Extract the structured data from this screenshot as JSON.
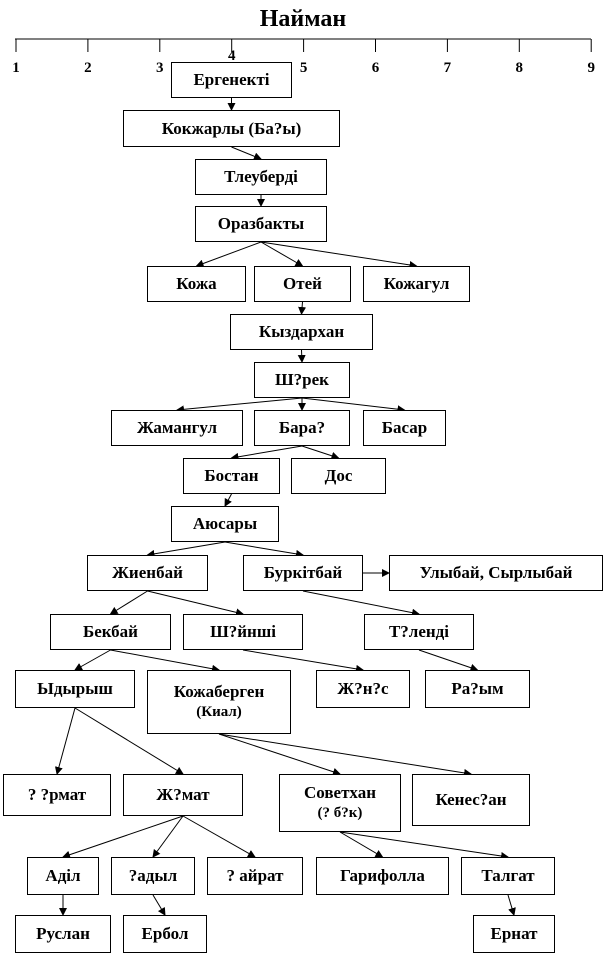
{
  "title": "Найман",
  "ruler": {
    "ticks": [
      "1",
      "2",
      "3",
      "4",
      "5",
      "6",
      "7",
      "8",
      "9"
    ]
  },
  "nodes": [
    {
      "id": "ergenekti",
      "label": "Ергенекті"
    },
    {
      "id": "kokzharly",
      "label": "Кокжарлы (Ба?ы)"
    },
    {
      "id": "tleuberdi",
      "label": "Тлеуберді"
    },
    {
      "id": "orazbakty",
      "label": "Оразбакты"
    },
    {
      "id": "kozha",
      "label": "Кожа"
    },
    {
      "id": "otei",
      "label": "Отей"
    },
    {
      "id": "kozhagul",
      "label": "Кожагул"
    },
    {
      "id": "kyzdarkhan",
      "label": "Кыздархан"
    },
    {
      "id": "shrek",
      "label": "Ш?рек"
    },
    {
      "id": "zhamangul",
      "label": "Жамангул"
    },
    {
      "id": "bara",
      "label": "Бара?"
    },
    {
      "id": "basar",
      "label": "Басар"
    },
    {
      "id": "bostan",
      "label": "Бостан"
    },
    {
      "id": "dos",
      "label": "Дос"
    },
    {
      "id": "ayusary",
      "label": "Аюсары"
    },
    {
      "id": "zhienbai",
      "label": "Жиенбай"
    },
    {
      "id": "burkitbai",
      "label": "Буркітбай"
    },
    {
      "id": "ulybai",
      "label": "Улыбай, Сырлыбай"
    },
    {
      "id": "bekbai",
      "label": "Бекбай"
    },
    {
      "id": "shinshi",
      "label": "Ш?йнші"
    },
    {
      "id": "tolendi",
      "label": "Т?ленді"
    },
    {
      "id": "ydyrysh",
      "label": "Ыдырыш"
    },
    {
      "id": "kozhabergen",
      "label": "Кожаберген",
      "sub": "(Киал)"
    },
    {
      "id": "zhunus",
      "label": "Ж?н?с"
    },
    {
      "id": "rakhym",
      "label": "Ра?ым"
    },
    {
      "id": "rmat",
      "label": "? ?рмат"
    },
    {
      "id": "zhmat",
      "label": "Ж?мат"
    },
    {
      "id": "sovetkhan",
      "label": "Советхан",
      "sub": "(? б?к)"
    },
    {
      "id": "kenesan",
      "label": "Кенес?ан"
    },
    {
      "id": "adil",
      "label": "Аділ"
    },
    {
      "id": "adyl",
      "label": "?адыл"
    },
    {
      "id": "airat",
      "label": "? айрат"
    },
    {
      "id": "garifolla",
      "label": "Гарифолла"
    },
    {
      "id": "talgat",
      "label": "Талгат"
    },
    {
      "id": "ruslan",
      "label": "Руслан"
    },
    {
      "id": "erbol",
      "label": "Ербол"
    },
    {
      "id": "ernat",
      "label": "Ернат"
    }
  ],
  "edges": [
    [
      "ergenekti",
      "kokzharly"
    ],
    [
      "kokzharly",
      "tleuberdi"
    ],
    [
      "tleuberdi",
      "orazbakty"
    ],
    [
      "orazbakty",
      "kozha"
    ],
    [
      "orazbakty",
      "otei"
    ],
    [
      "orazbakty",
      "kozhagul"
    ],
    [
      "otei",
      "kyzdarkhan"
    ],
    [
      "kyzdarkhan",
      "shrek"
    ],
    [
      "shrek",
      "zhamangul"
    ],
    [
      "shrek",
      "bara"
    ],
    [
      "shrek",
      "basar"
    ],
    [
      "bara",
      "bostan"
    ],
    [
      "bara",
      "dos"
    ],
    [
      "bostan",
      "ayusary"
    ],
    [
      "ayusary",
      "zhienbai"
    ],
    [
      "ayusary",
      "burkitbai"
    ],
    [
      "burkitbai",
      "ulybai"
    ],
    [
      "burkitbai",
      "tolendi"
    ],
    [
      "zhienbai",
      "bekbai"
    ],
    [
      "zhienbai",
      "shinshi"
    ],
    [
      "bekbai",
      "ydyrysh"
    ],
    [
      "bekbai",
      "kozhabergen"
    ],
    [
      "shinshi",
      "zhunus"
    ],
    [
      "tolendi",
      "rakhym"
    ],
    [
      "ydyrysh",
      "rmat"
    ],
    [
      "ydyrysh",
      "zhmat"
    ],
    [
      "kozhabergen",
      "sovetkhan"
    ],
    [
      "kozhabergen",
      "kenesan"
    ],
    [
      "zhmat",
      "adil"
    ],
    [
      "zhmat",
      "adyl"
    ],
    [
      "zhmat",
      "airat"
    ],
    [
      "sovetkhan",
      "garifolla"
    ],
    [
      "sovetkhan",
      "talgat"
    ],
    [
      "adil",
      "ruslan"
    ],
    [
      "adyl",
      "erbol"
    ],
    [
      "talgat",
      "ernat"
    ]
  ]
}
